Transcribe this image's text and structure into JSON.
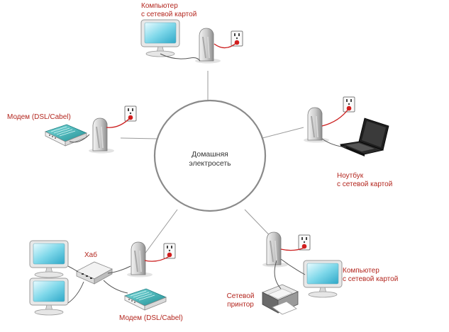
{
  "network": {
    "label_line1": "Домашняя",
    "label_line2": "электросеть"
  },
  "nodes": {
    "top_computer": {
      "line1": "Компьютер",
      "line2": "с сетевой картой"
    },
    "left_modem": {
      "label": "Модем (DSL/Cabel)"
    },
    "laptop": {
      "line1": "Ноутбук",
      "line2": "с сетевой картой"
    },
    "hub": {
      "label": "Хаб"
    },
    "bottom_modem": {
      "label": "Модем (DSL/Cabel)"
    },
    "bottom_computer": {
      "line1": "Компьютер",
      "line2": "с сетевой картой"
    },
    "printer": {
      "line1": "Сетевой",
      "line2": "принтор"
    }
  },
  "colors": {
    "label_red": "#b3261e",
    "circle_stroke": "#8a8a8a",
    "cable": "#555555",
    "power_cable": "#cc1f1f",
    "modem_teal": "#2aa5a8"
  }
}
